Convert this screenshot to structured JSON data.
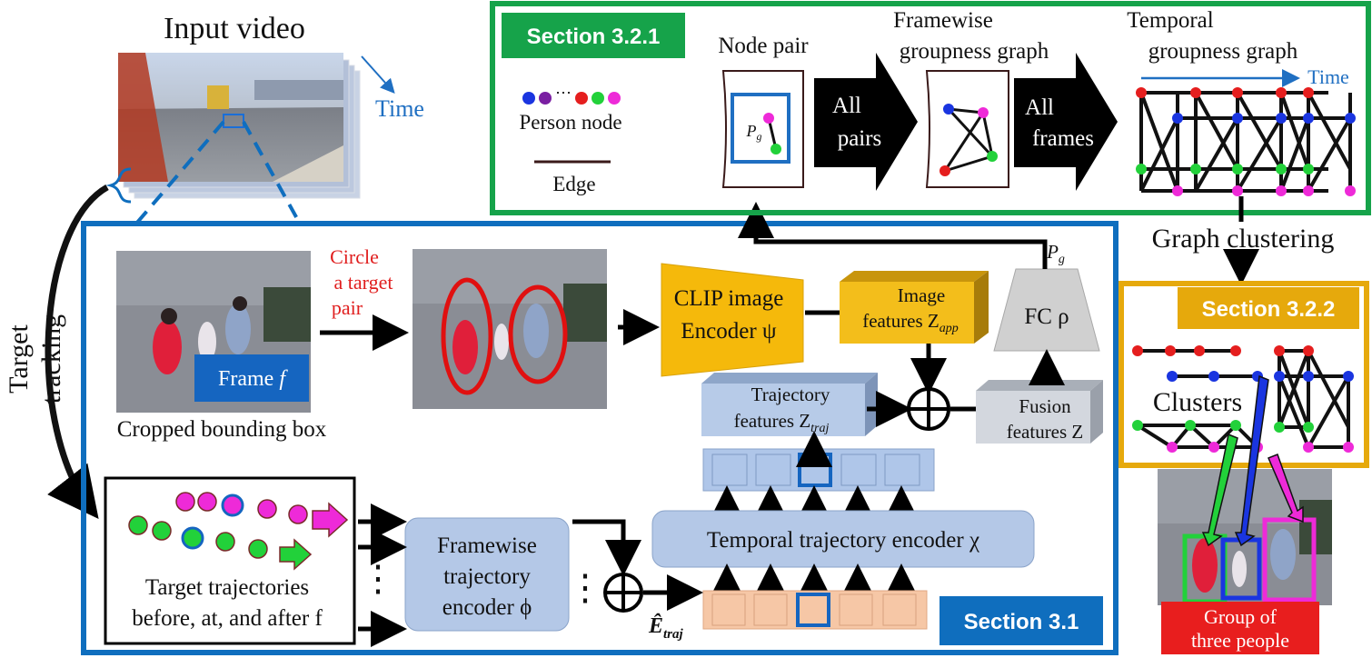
{
  "colors": {
    "blue": "#0F6EBE",
    "green": "#16A34A",
    "gold": "#E6A90C",
    "red_text": "#E01E1E",
    "time_blue": "#1F6FC2",
    "clip_orange": "#F5B90B",
    "image_feat_gold": "#F3BE1B",
    "traj_blue": "#B7CBE8",
    "fusion_gray": "#D3D7DE",
    "fc_gray": "#D0D0D0",
    "token_peach": "#F6C7A6",
    "token_blue": "#AFC6E9",
    "encoder_blue": "#B4C8E7",
    "group_red": "#E81E1E",
    "node_blue": "#1A35E0",
    "node_red": "#E51E1E",
    "node_green": "#22D13A",
    "node_magenta": "#EE2AD8",
    "node_purple": "#7A1FA2",
    "edge_dark": "#3A1A1A"
  },
  "input": {
    "title": "Input video",
    "time_label": "Time"
  },
  "left": {
    "target_tracking_line1": "Target",
    "target_tracking_line2": "tracking"
  },
  "section31": {
    "label": "Section 3.1",
    "frame_label": "Frame",
    "frame_var": "f",
    "cropped_caption": "Cropped bounding box",
    "circle_line1": "Circle",
    "circle_line2": "a target",
    "circle_line3": "pair",
    "clip_line1": "CLIP image",
    "clip_line2": "Encoder ψ",
    "image_feat_line1": "Image",
    "image_feat_line2": "features Z",
    "image_feat_sub": "app",
    "fc_label": "FC ρ",
    "pg_label": "P",
    "pg_sub": "g",
    "traj_feat_line1": "Trajectory",
    "traj_feat_line2": "features Z",
    "traj_feat_sub": "traj",
    "fusion_line1": "Fusion",
    "fusion_line2": "features Z",
    "temporal_encoder": "Temporal trajectory encoder χ",
    "framewise_line1": "Framewise",
    "framewise_line2": "trajectory",
    "framewise_line3": "encoder ϕ",
    "e_traj": "Ê",
    "e_traj_sub": "traj",
    "targets_line1": "Target trajectories",
    "targets_line2": "before, at, and after f",
    "dots": "⋮"
  },
  "section321": {
    "label": "Section 3.2.1",
    "person_node": "Person node",
    "node_dots": "⋯",
    "edge": "Edge",
    "node_pair": "Node pair",
    "pg_label": "P",
    "pg_sub": "g",
    "all_pairs_line1": "All",
    "all_pairs_line2": "pairs",
    "framewise_graph_line1": "Framewise",
    "framewise_graph_line2": "groupness graph",
    "all_frames_line1": "All",
    "all_frames_line2": "frames",
    "temporal_graph_line1": "Temporal",
    "temporal_graph_line2": "groupness graph",
    "time_label": "Time"
  },
  "section322": {
    "graph_clustering": "Graph clustering",
    "label": "Section 3.2.2",
    "clusters": "Clusters",
    "group_line1": "Group of",
    "group_line2": "three people"
  }
}
